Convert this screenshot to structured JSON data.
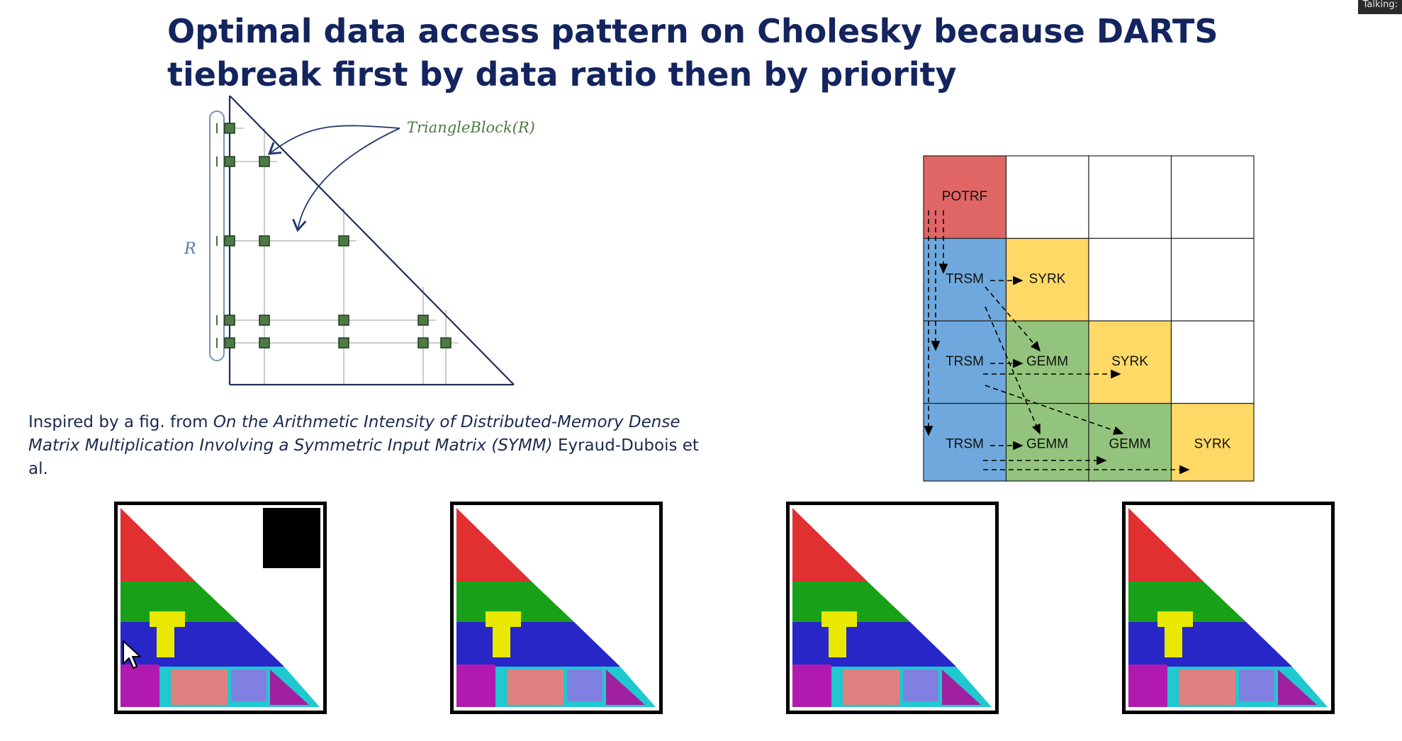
{
  "slide": {
    "title": "Optimal data access pattern on Cholesky because DARTS tiebreak first by data ratio then by priority",
    "status_badge": "Talking:"
  },
  "triangle_figure": {
    "block_label": "TriangleBlock(R)",
    "bracket_label": "R"
  },
  "caption": {
    "prefix": "Inspired by a fig. from ",
    "paper_title": "On the Arithmetic Intensity of Distributed-Memory Dense Matrix Multiplication Involving a Symmetric Input Matrix (SYMM)",
    "suffix": " Eyraud-Dubois et al."
  },
  "cholesky_grid": {
    "rows": [
      [
        "POTRF",
        "",
        "",
        ""
      ],
      [
        "TRSM",
        "SYRK",
        "",
        ""
      ],
      [
        "TRSM",
        "GEMM",
        "SYRK",
        ""
      ],
      [
        "TRSM",
        "GEMM",
        "GEMM",
        "SYRK"
      ]
    ],
    "colors": {
      "POTRF": "#e06666",
      "TRSM": "#6fa8dc",
      "SYRK": "#ffd966",
      "GEMM": "#93c47d",
      "empty": "#ffffff"
    }
  },
  "thumbnails": {
    "count": 4,
    "first_has_black_block": true
  }
}
